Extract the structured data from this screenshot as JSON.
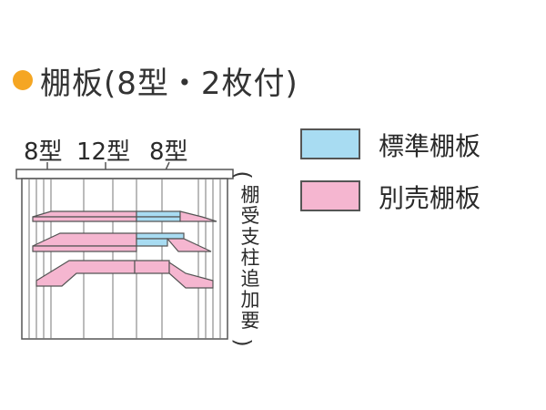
{
  "title": {
    "text": "棚板(8型・2枚付)",
    "dot_color": "#f5a623"
  },
  "type_labels": {
    "left": "8型",
    "middle": "12型",
    "right": "8型"
  },
  "legend": [
    {
      "label": "標準棚板",
      "color": "#a8dcf2"
    },
    {
      "label": "別売棚板",
      "color": "#f5b6d0"
    }
  ],
  "side_note": {
    "open": "(",
    "chars": [
      "棚",
      "受",
      "支",
      "柱",
      "追",
      "加",
      "要"
    ],
    "close": ")"
  },
  "colors": {
    "standard_shelf": "#a8dcf2",
    "optional_shelf": "#f5b6d0",
    "line": "#555555"
  }
}
